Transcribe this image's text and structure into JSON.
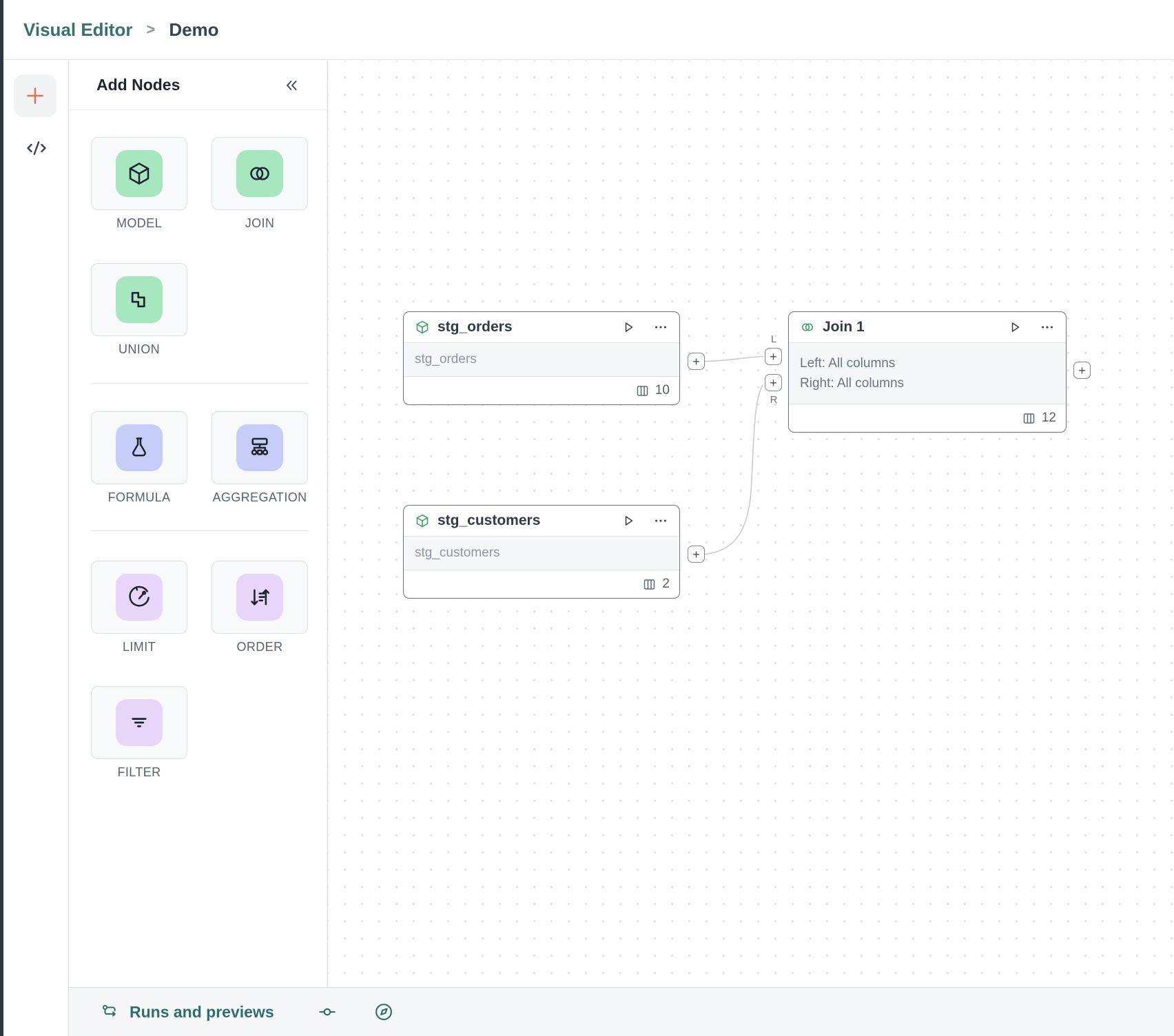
{
  "colors": {
    "accent_teal": "#2f6e6e",
    "accent_orange": "#ec6a4c",
    "node_icon_green": "#3f9e63",
    "tile_green": "#a6e7c0",
    "tile_indigo": "#c6cdf7",
    "tile_purple": "#e7d6fa",
    "rail_accent_dark": "#2e3544",
    "edge_gray": "#c7cbd2"
  },
  "header": {
    "app_title": "Visual Editor",
    "separator": ">",
    "page_title": "Demo"
  },
  "panel": {
    "title": "Add Nodes",
    "cards": [
      {
        "label": "MODEL",
        "icon": "cube-icon"
      },
      {
        "label": "JOIN",
        "icon": "venn-icon"
      },
      {
        "label": "UNION",
        "icon": "union-icon"
      },
      {
        "label": "FORMULA",
        "icon": "flask-icon"
      },
      {
        "label": "AGGREGATION",
        "icon": "hierarchy-icon"
      },
      {
        "label": "LIMIT",
        "icon": "gauge-icon"
      },
      {
        "label": "ORDER",
        "icon": "sort-icon"
      },
      {
        "label": "FILTER",
        "icon": "filter-lines-icon"
      }
    ]
  },
  "canvas": {
    "nodes": [
      {
        "title": "stg_orders",
        "subtitle": "stg_orders",
        "columns": "10"
      },
      {
        "title": "Join 1",
        "body_line1": "Left: All columns",
        "body_line2": "Right: All columns",
        "columns": "12"
      },
      {
        "title": "stg_customers",
        "subtitle": "stg_customers",
        "columns": "2"
      }
    ],
    "ports": {
      "plus": "+",
      "left_label": "L",
      "right_label": "R"
    }
  },
  "statusbar": {
    "runs_label": "Runs and previews"
  }
}
